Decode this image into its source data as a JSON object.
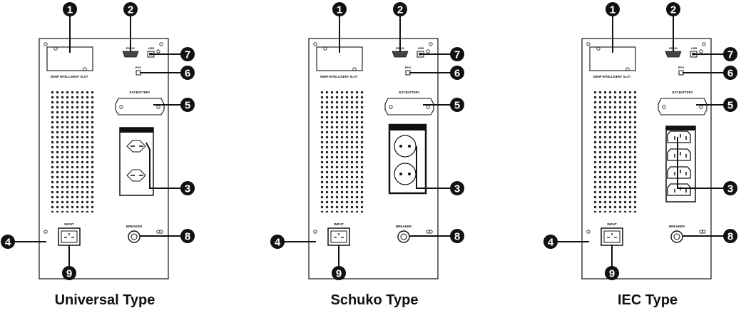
{
  "labels": {
    "snmp_slot": "SNMP INTELLIGENT SLOT",
    "rs232": "RS232",
    "usb": "USB",
    "epo": "EPO",
    "ext_battery": "EXT.BATTERY",
    "input": "INPUT",
    "breaker": "BREAKER"
  },
  "callouts": [
    "1",
    "2",
    "3",
    "4",
    "5",
    "6",
    "7",
    "8",
    "9"
  ],
  "panels": [
    {
      "id": "universal",
      "title": "Universal Type",
      "outlet": "universal"
    },
    {
      "id": "schuko",
      "title": "Schuko Type",
      "outlet": "schuko"
    },
    {
      "id": "iec",
      "title": "IEC Type",
      "outlet": "iec"
    }
  ],
  "colors": {
    "line": "#111111",
    "vent": "#222222",
    "callout_fill": "#111111",
    "callout_text": "#ffffff"
  }
}
